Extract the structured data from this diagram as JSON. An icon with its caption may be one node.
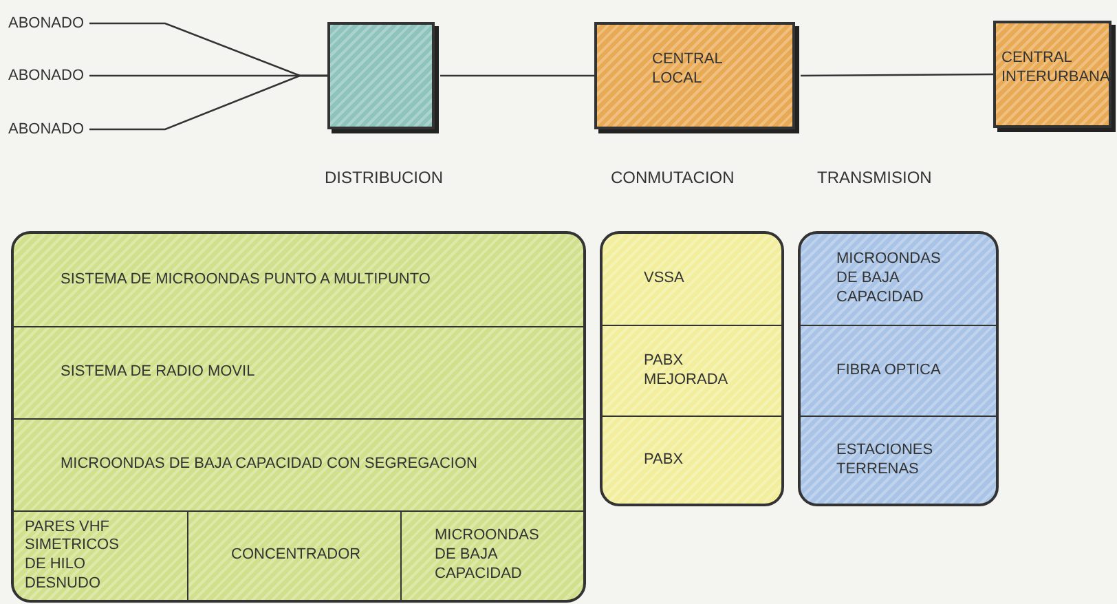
{
  "diagram": {
    "nodes": [
      {
        "text": [
          "ABONADO"
        ]
      },
      {
        "text": [
          "ABONADO"
        ]
      },
      {
        "text": [
          "ABONADO"
        ]
      },
      {
        "text": [],
        "shape": "box"
      },
      {
        "text": [
          "CENTRAL LOCAL"
        ]
      },
      {
        "text": [
          "CENTRAL INTERURBANA"
        ]
      },
      {
        "text": [],
        "shape": "box"
      },
      {
        "text": [
          "SISTEMA DE MICROONDAS PUNTO A MULTIPUNTO"
        ],
        "in": 6
      },
      {
        "text": [
          "SISTEMA DE RADIO MOVIL"
        ],
        "in": 6
      },
      {
        "text": [
          "MICROONDAS DE BAJA CAPACIDAD CON SEGREGACION"
        ],
        "in": 6
      },
      {
        "text": [
          "PARES VHF SIMETRICOS DE HILO DESNUDO"
        ],
        "in": 6
      },
      {
        "text": [
          "CONCENTRADOR"
        ],
        "in": 6
      },
      {
        "text": [
          "MICROONDAS DE BAJA CAPACIDAD"
        ],
        "in": 6
      },
      {
        "text": [],
        "shape": "box"
      },
      {
        "text": [
          "VSSA"
        ],
        "in": 13
      },
      {
        "text": [
          "PABX MEJORADA"
        ],
        "in": 13
      },
      {
        "text": [
          "PABX"
        ],
        "in": 13
      },
      {
        "text": [],
        "shape": "box"
      },
      {
        "text": [
          "MICROONDAS DE BAJA CAPACIDAD"
        ],
        "in": 17
      },
      {
        "text": [
          "FIBRA OPTICA"
        ],
        "in": 17
      },
      {
        "text": [
          "ESTACIONES TERRENAS"
        ],
        "in": 17
      }
    ],
    "edges": [
      {
        "from": 0,
        "to": 3,
        "arrow": "none"
      },
      {
        "from": 1,
        "to": 3,
        "arrow": "none"
      },
      {
        "from": 2,
        "to": 3,
        "arrow": "none"
      },
      {
        "from": 3,
        "to": 4,
        "arrow": "none"
      },
      {
        "from": 4,
        "to": 5,
        "arrow": "none"
      }
    ],
    "labels": [
      "DISTRIBUCION",
      "CONMUTACION",
      "TRANSMISION"
    ]
  }
}
